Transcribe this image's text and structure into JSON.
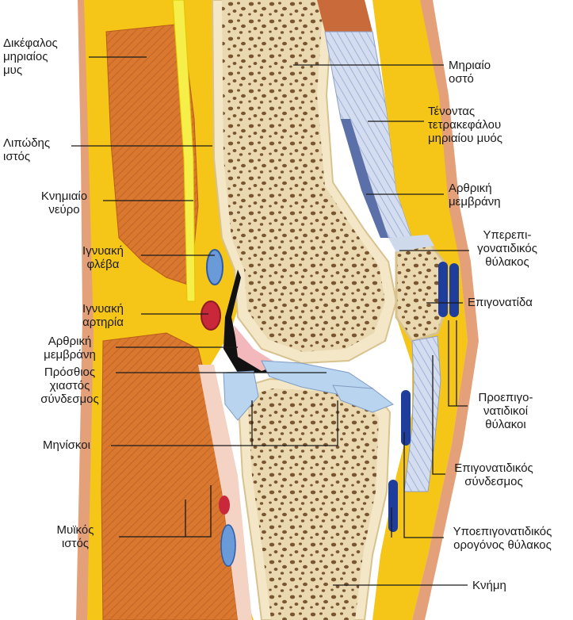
{
  "labels": {
    "biceps_femoris": "Δικέφαλος\nμηριαίος\nμυς",
    "adipose_tissue": "Λιπώδης\nιστός",
    "tibial_nerve": "Κνημιαίο\nνεύρο",
    "popliteal_vein": "Ιγνυακή\nφλέβα",
    "popliteal_artery": "Ιγνυακή\nαρτηρία",
    "synovial_membrane_posterior": "Αρθρική\nμεμβράνη",
    "anterior_cruciate": "Πρόσθιος\nχιαστός\nσύνδεσμος",
    "menisci": "Μηνίσκοι",
    "muscle_tissue": "Μυϊκός\nιστός",
    "femur": "Μηριαίο\nοστό",
    "quadriceps_tendon": "Τένοντας\nτετρακεφάλου\nμηριαίου μυός",
    "synovial_membrane_anterior": "Αρθρική\nμεμβράνη",
    "suprapatellar_bursa": "Υπερεπι-\nγονατιδικός\nθύλακος",
    "patella": "Επιγονατίδα",
    "prepatellar_bursae": "Προεπιγο-\nνατιδικοί\nθύλακοι",
    "patellar_ligament": "Επιγονατιδικός\nσύνδεσμος",
    "infrapatellar_bursa": "Υποεπιγονατιδικός\nορογόνος θύλακος",
    "tibia": "Κνήμη"
  },
  "colors": {
    "fat": "#f5c518",
    "fat_light": "#f8d64a",
    "muscle": "#d9782e",
    "muscle_dark": "#b85a1c",
    "bone_spongy": "#ead9b0",
    "bone_cortex": "#f3e7c8",
    "bone_pore": "#6b4a2a",
    "tendon": "#cfd9ec",
    "tendon_dark": "#5b6fa8",
    "bursa": "#1f3d9a",
    "cartilage": "#b9d4ee",
    "vein": "#6a9ad8",
    "artery": "#c8283a",
    "skin": "#e4a078",
    "nerve": "#f6ef4a",
    "line": "#1a1a1a"
  }
}
